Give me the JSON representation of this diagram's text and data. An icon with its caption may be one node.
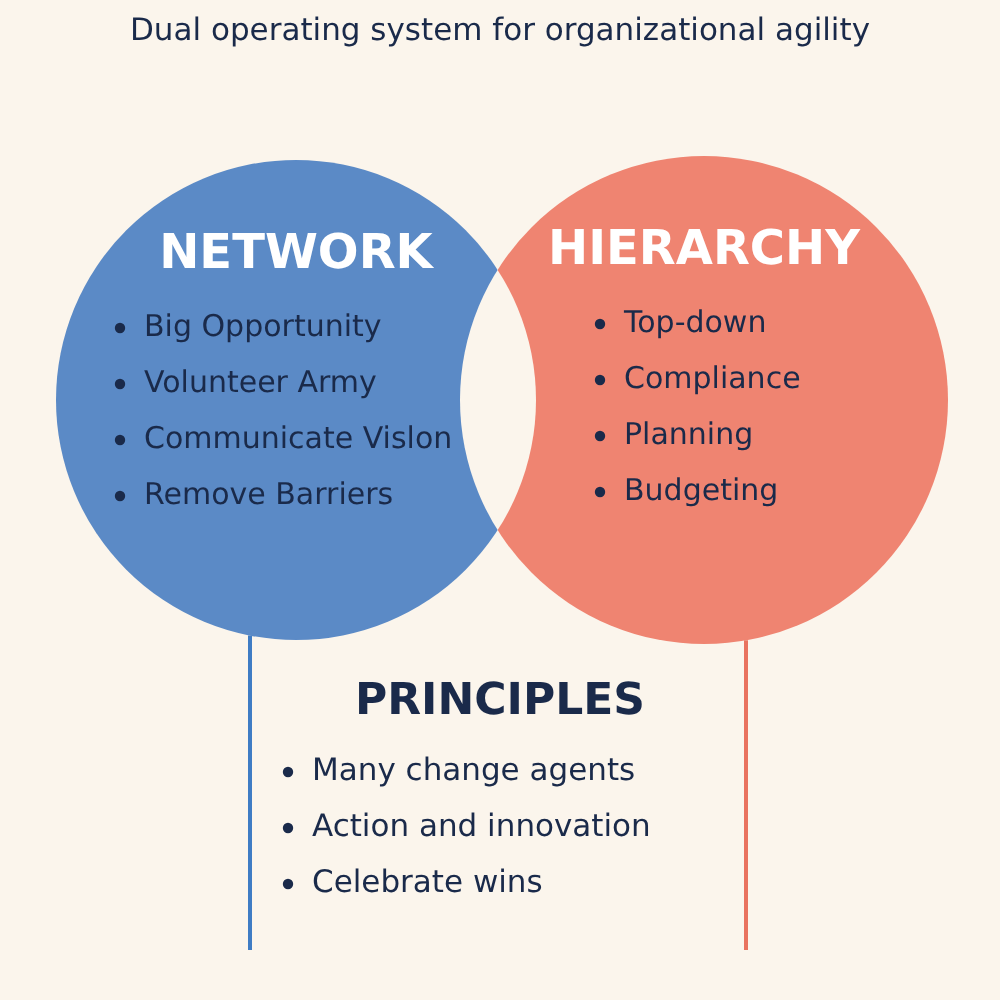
{
  "diagram": {
    "title": "Dual operating system for organizational agility",
    "nodes": [
      {
        "text": [
          "NETWORK",
          "Big Opportunity",
          "Volunteer Army",
          "Communicate Vislon",
          "Remove Barriers"
        ]
      },
      {
        "text": [
          "HIERARCHY",
          "Top-down",
          "Compliance",
          "Planning",
          "Budgeting"
        ]
      }
    ],
    "edges": [
      {
        "from": 0,
        "to": null,
        "arrow": "none",
        "color": "#3f7cc4"
      },
      {
        "from": 1,
        "to": null,
        "arrow": "none",
        "color": "#e9735f"
      }
    ],
    "labels": [
      "PRINCIPLES",
      "Many change agents",
      "Action and innovation",
      "Celebrate wins"
    ]
  }
}
